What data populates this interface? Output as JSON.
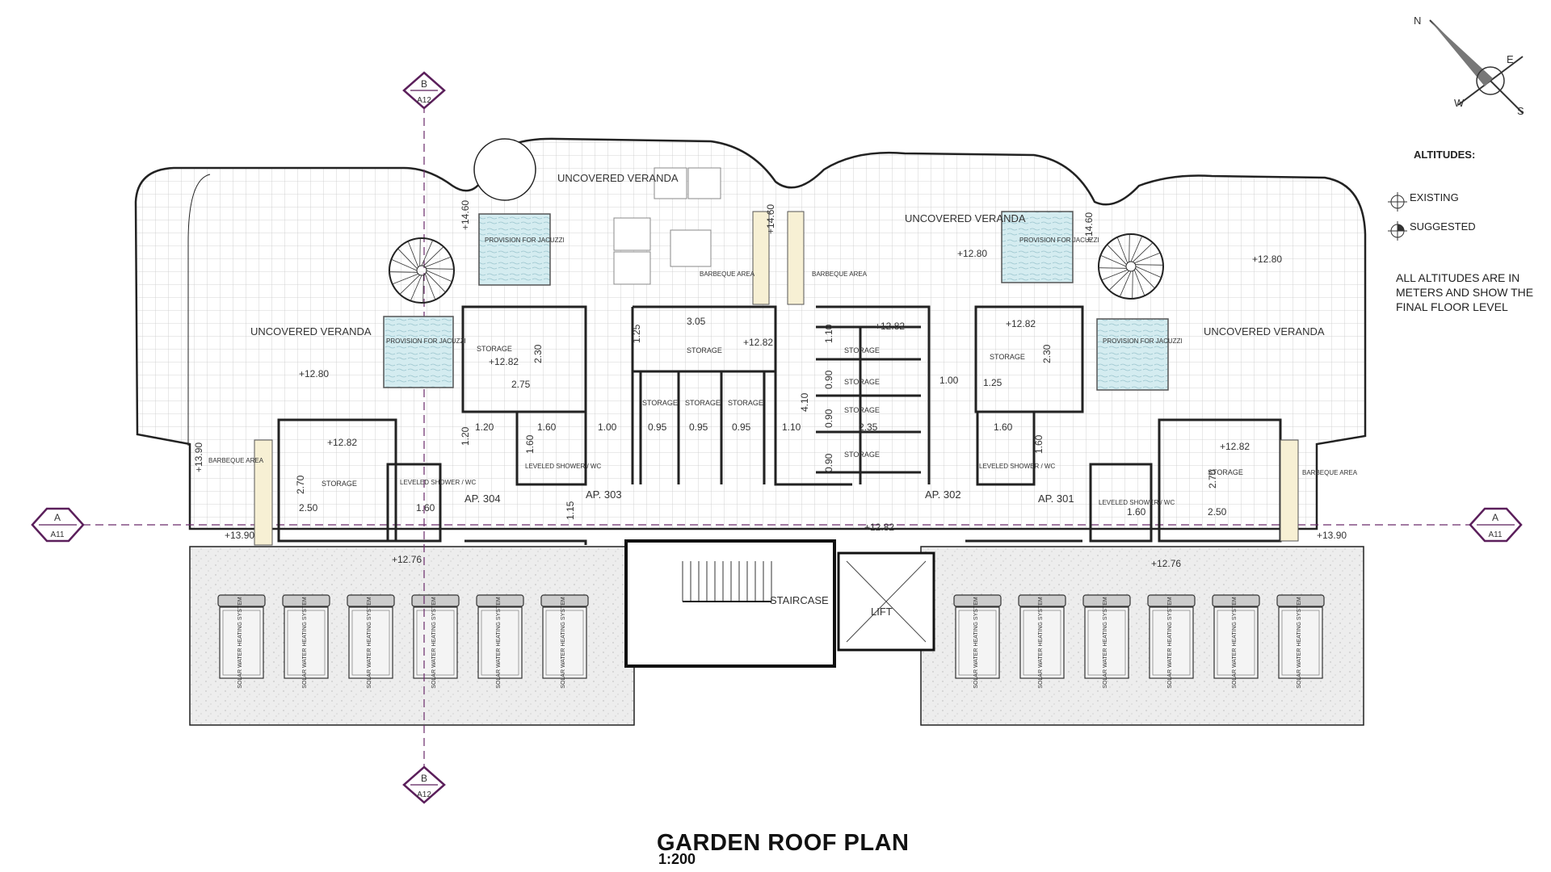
{
  "title": "GARDEN ROOF PLAN",
  "scale": "1:200",
  "legend": {
    "heading": "ALTITUDES:",
    "existing": "EXISTING",
    "suggested": "SUGGESTED",
    "note": "ALL ALTITUDES ARE IN METERS AND SHOW THE FINAL FLOOR LEVEL"
  },
  "compass": {
    "n": "N",
    "e": "E",
    "s": "S",
    "w": "W"
  },
  "section_markers": {
    "a_letter": "A",
    "a_sheet": "A11",
    "b_letter": "B",
    "b_sheet": "A12"
  },
  "verandas": [
    "UNCOVERED VERANDA",
    "UNCOVERED VERANDA",
    "UNCOVERED VERANDA",
    "UNCOVERED VERANDA"
  ],
  "jacuzzi": "PROVISION FOR JACUZZI",
  "barbeque": "BARBEQUE AREA",
  "rooms": {
    "storage": "STORAGE",
    "shower": "LEVELED SHOWER / WC",
    "staircase": "STAIRCASE",
    "lift": "LIFT"
  },
  "apartments": [
    "AP. 304",
    "AP. 303",
    "AP. 302",
    "AP. 301"
  ],
  "solar": "SOLAR WATER HEATING SYSTEM",
  "levels": [
    "+12.80",
    "+12.82",
    "+12.76",
    "+13.90",
    "+14.60"
  ],
  "dimensions": [
    "3.05",
    "1.25",
    "2.30",
    "2.75",
    "1.20",
    "1.60",
    "1.00",
    "0.95",
    "1.10",
    "0.90",
    "2.35",
    "4.10",
    "2.70",
    "2.50",
    "1.15",
    "0.90"
  ]
}
